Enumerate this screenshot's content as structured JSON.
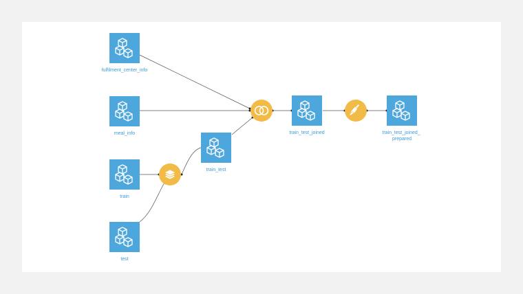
{
  "colors": {
    "dataset": "#4ea7dc",
    "recipe": "#f2bb47",
    "link": "#555555",
    "label": "#3d9bd6"
  },
  "datasets": [
    {
      "id": "fulfilment",
      "label": "fulfilment_center_info",
      "icon": "cubes-icon"
    },
    {
      "id": "meal",
      "label": "meal_info",
      "icon": "cubes-icon"
    },
    {
      "id": "train",
      "label": "train",
      "icon": "cubes-icon"
    },
    {
      "id": "test",
      "label": "test",
      "icon": "cubes-icon"
    },
    {
      "id": "train_test",
      "label": "train_test",
      "icon": "cubes-icon"
    },
    {
      "id": "joined",
      "label": "train_test_joined",
      "icon": "cubes-icon"
    },
    {
      "id": "prepared",
      "label": "train_test_joined_prepared",
      "icon": "cubes-icon"
    }
  ],
  "recipes": [
    {
      "id": "stack",
      "icon": "stack-layers-icon"
    },
    {
      "id": "join",
      "icon": "join-rings-icon"
    },
    {
      "id": "prepare",
      "icon": "broom-icon"
    }
  ]
}
